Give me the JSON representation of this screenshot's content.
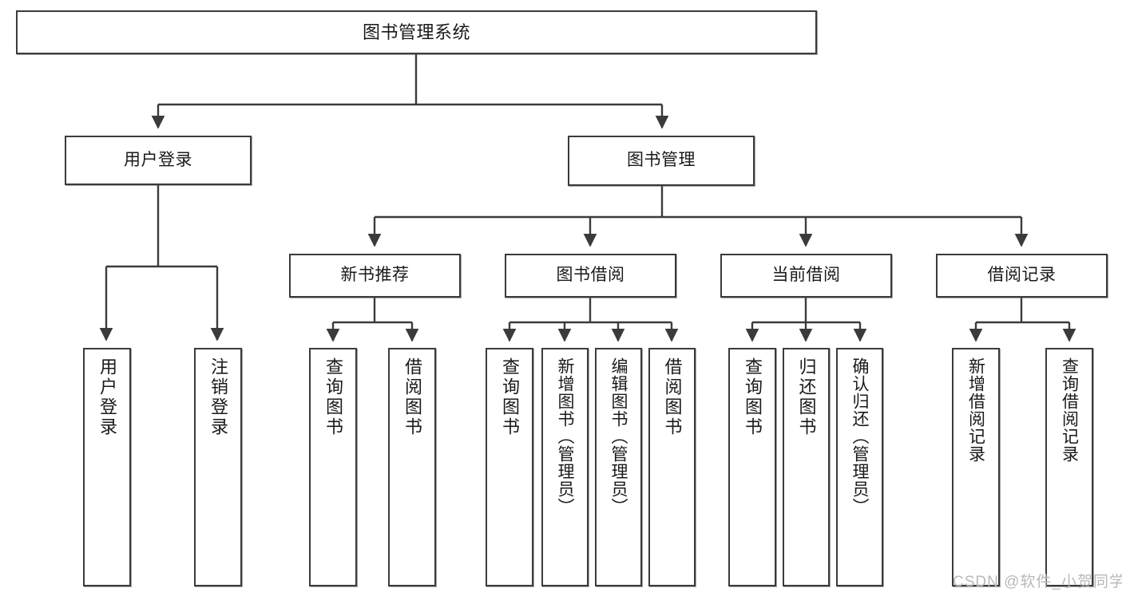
{
  "diagram": {
    "title": "图书管理系统",
    "watermark": "CSDN @软件_小贺同学",
    "colors": {
      "border": "#3b3b3b",
      "background": "#ffffff",
      "text": "#1a1a1a",
      "edge": "#3b3b3b",
      "watermark": "#b9b9b9"
    },
    "root": {
      "label": "图书管理系统"
    },
    "level2": [
      {
        "label": "用户登录"
      },
      {
        "label": "图书管理"
      }
    ],
    "level3": [
      {
        "label": "新书推荐"
      },
      {
        "label": "图书借阅"
      },
      {
        "label": "当前借阅"
      },
      {
        "label": "借阅记录"
      }
    ],
    "leaves": {
      "user_login": [
        {
          "label": "用户登录"
        },
        {
          "label": "注销登录"
        }
      ],
      "new_book": [
        {
          "label": "查询图书"
        },
        {
          "label": "借阅图书"
        }
      ],
      "borrow_book": [
        {
          "label": "查询图书"
        },
        {
          "label": "新增图书（管理员）"
        },
        {
          "label": "编辑图书（管理员）"
        },
        {
          "label": "借阅图书"
        }
      ],
      "current_borrow": [
        {
          "label": "查询图书"
        },
        {
          "label": "归还图书"
        },
        {
          "label": "确认归还（管理员）"
        }
      ],
      "borrow_record": [
        {
          "label": "新增借阅记录"
        },
        {
          "label": "查询借阅记录"
        }
      ]
    }
  }
}
